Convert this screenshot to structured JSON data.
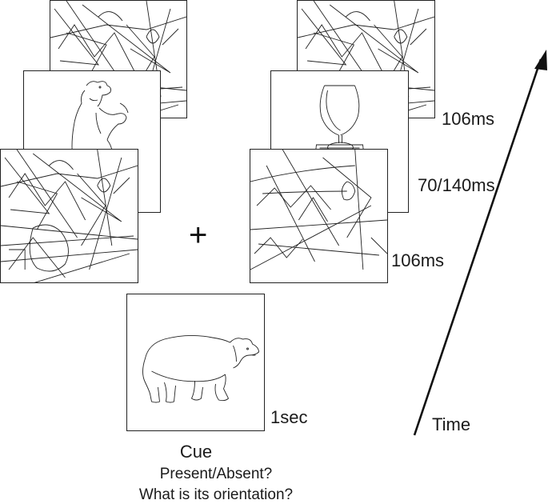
{
  "fixation": {
    "symbol": "+"
  },
  "timing": {
    "left_duration": "106ms",
    "target_duration": "70/140ms",
    "right_duration": "106ms",
    "cue_duration": "1sec"
  },
  "cue": {
    "title": "Cue",
    "question_1": "Present/Absent?",
    "question_2": "What is its orientation?"
  },
  "time_axis": {
    "label": "Time"
  },
  "icons": {
    "left_stream": [
      "line-drawing-mask",
      "bear-line-drawing",
      "line-drawing-mask"
    ],
    "right_stream": [
      "line-drawing-mask",
      "goblet-line-drawing",
      "line-drawing-mask"
    ],
    "cue_image": "bear-line-drawing"
  },
  "colors": {
    "stroke": "#222222",
    "background": "#ffffff"
  }
}
